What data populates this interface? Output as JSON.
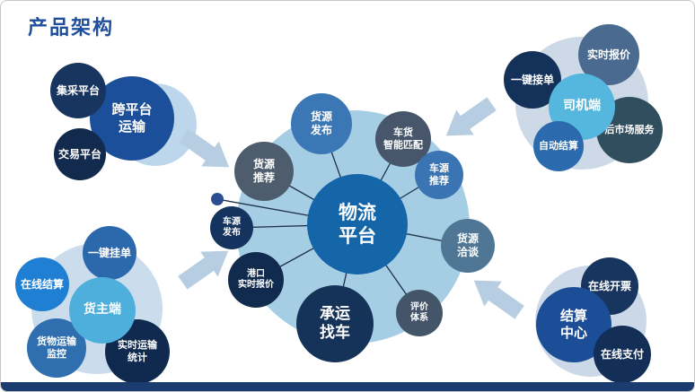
{
  "slide": {
    "title": "产品架构"
  },
  "colors": {
    "title_blue": "#1F4E9C",
    "hub_blue": "#1565A9",
    "halo_blue": "#A5CEE4",
    "accent_cyan": "#55B6DE",
    "deep_navy": "#14315A",
    "arrow_light_blue": "#B7CEE2",
    "footer_bar": "#1B3C6E"
  },
  "center": {
    "hub_label": "物流\n平台",
    "satellites": {
      "cargo_publish": "货源\n发布",
      "smart_match": "车货\n智能匹配",
      "cargo_recommend": "货源\n推荐",
      "truck_recommend": "车源\n推荐",
      "truck_publish": "车源\n发布",
      "cargo_negotiate": "货源\n洽谈",
      "port_quote": "港口\n实时报价",
      "carrier_find_truck": "承运\n找车",
      "evaluation": "评价\n体系"
    }
  },
  "transport_cluster": {
    "main": "跨平台\n运输",
    "procurement": "集采平台",
    "trading": "交易平台"
  },
  "shipper_cluster": {
    "main": "货主端",
    "one_key_listing": "一键挂单",
    "online_settlement": "在线结算",
    "cargo_monitoring": "货物运输\n监控",
    "transport_stats": "实时运输\n统计"
  },
  "driver_cluster": {
    "main": "司机端",
    "one_key_accept": "一键接单",
    "realtime_quote": "实时报价",
    "aftermarket": "后市场服务",
    "auto_settlement": "自动结算"
  },
  "settlement_cluster": {
    "main": "结算\n中心",
    "online_invoice": "在线开票",
    "online_payment": "在线支付"
  }
}
